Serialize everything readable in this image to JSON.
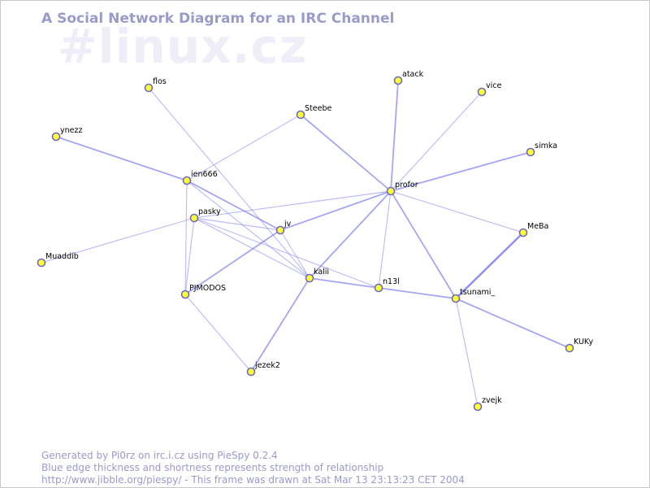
{
  "title": "A Social Network Diagram for an IRC Channel",
  "channel": "#linux.cz",
  "colors": {
    "edge": "#8080f0",
    "node_fill": "#ffff33",
    "node_stroke": "#6a6ac0",
    "label": "#000000",
    "text_muted": "#9a9acb"
  },
  "nodes": [
    {
      "id": "flos",
      "label": "flos"
    },
    {
      "id": "ynezz",
      "label": "ynezz"
    },
    {
      "id": "ien666",
      "label": "ien666"
    },
    {
      "id": "pasky",
      "label": "pasky"
    },
    {
      "id": "Muaddib",
      "label": "Muaddib"
    },
    {
      "id": "PJMODOS",
      "label": "PJMODOS"
    },
    {
      "id": "jv",
      "label": "jv"
    },
    {
      "id": "kalii",
      "label": "kalii"
    },
    {
      "id": "jezek2",
      "label": "jezek2"
    },
    {
      "id": "Steebe",
      "label": "Steebe"
    },
    {
      "id": "atack",
      "label": "atack"
    },
    {
      "id": "vice",
      "label": "vice"
    },
    {
      "id": "simka",
      "label": "simka"
    },
    {
      "id": "profor",
      "label": "profor"
    },
    {
      "id": "MeBa",
      "label": "MeBa"
    },
    {
      "id": "n13l",
      "label": "n13l"
    },
    {
      "id": "tsunami_",
      "label": "tsunami_"
    },
    {
      "id": "KUKy",
      "label": "KUKy"
    },
    {
      "id": "zvejk",
      "label": "zvejk"
    }
  ],
  "edges": [
    {
      "from": "ynezz",
      "to": "ien666",
      "weight": 2
    },
    {
      "from": "flos",
      "to": "kalii",
      "weight": 1
    },
    {
      "from": "ien666",
      "to": "Steebe",
      "weight": 1
    },
    {
      "from": "ien666",
      "to": "jv",
      "weight": 2
    },
    {
      "from": "ien666",
      "to": "PJMODOS",
      "weight": 1
    },
    {
      "from": "ien666",
      "to": "kalii",
      "weight": 1
    },
    {
      "from": "pasky",
      "to": "Muaddib",
      "weight": 1
    },
    {
      "from": "pasky",
      "to": "PJMODOS",
      "weight": 1
    },
    {
      "from": "pasky",
      "to": "jv",
      "weight": 1
    },
    {
      "from": "pasky",
      "to": "kalii",
      "weight": 1
    },
    {
      "from": "pasky",
      "to": "n13l",
      "weight": 1
    },
    {
      "from": "pasky",
      "to": "profor",
      "weight": 1
    },
    {
      "from": "PJMODOS",
      "to": "jezek2",
      "weight": 1
    },
    {
      "from": "PJMODOS",
      "to": "jv",
      "weight": 2
    },
    {
      "from": "jv",
      "to": "profor",
      "weight": 2
    },
    {
      "from": "jv",
      "to": "kalii",
      "weight": 1
    },
    {
      "from": "kalii",
      "to": "jezek2",
      "weight": 2
    },
    {
      "from": "kalii",
      "to": "n13l",
      "weight": 2
    },
    {
      "from": "kalii",
      "to": "profor",
      "weight": 2
    },
    {
      "from": "Steebe",
      "to": "profor",
      "weight": 2
    },
    {
      "from": "atack",
      "to": "profor",
      "weight": 2
    },
    {
      "from": "vice",
      "to": "profor",
      "weight": 1
    },
    {
      "from": "simka",
      "to": "profor",
      "weight": 2
    },
    {
      "from": "profor",
      "to": "MeBa",
      "weight": 1
    },
    {
      "from": "profor",
      "to": "n13l",
      "weight": 1
    },
    {
      "from": "profor",
      "to": "tsunami_",
      "weight": 2
    },
    {
      "from": "n13l",
      "to": "tsunami_",
      "weight": 2
    },
    {
      "from": "MeBa",
      "to": "tsunami_",
      "weight": 3
    },
    {
      "from": "tsunami_",
      "to": "KUKy",
      "weight": 2
    },
    {
      "from": "tsunami_",
      "to": "zvejk",
      "weight": 1
    }
  ],
  "footer": {
    "line1": "Generated by Pi0rz on irc.i.cz using PieSpy 0.2.4",
    "line2": "Blue edge thickness and shortness represents strength of relationship",
    "line3": "http://www.jibble.org/piespy/ - This frame was drawn at Sat Mar 13 23:13:23 CET 2004"
  }
}
